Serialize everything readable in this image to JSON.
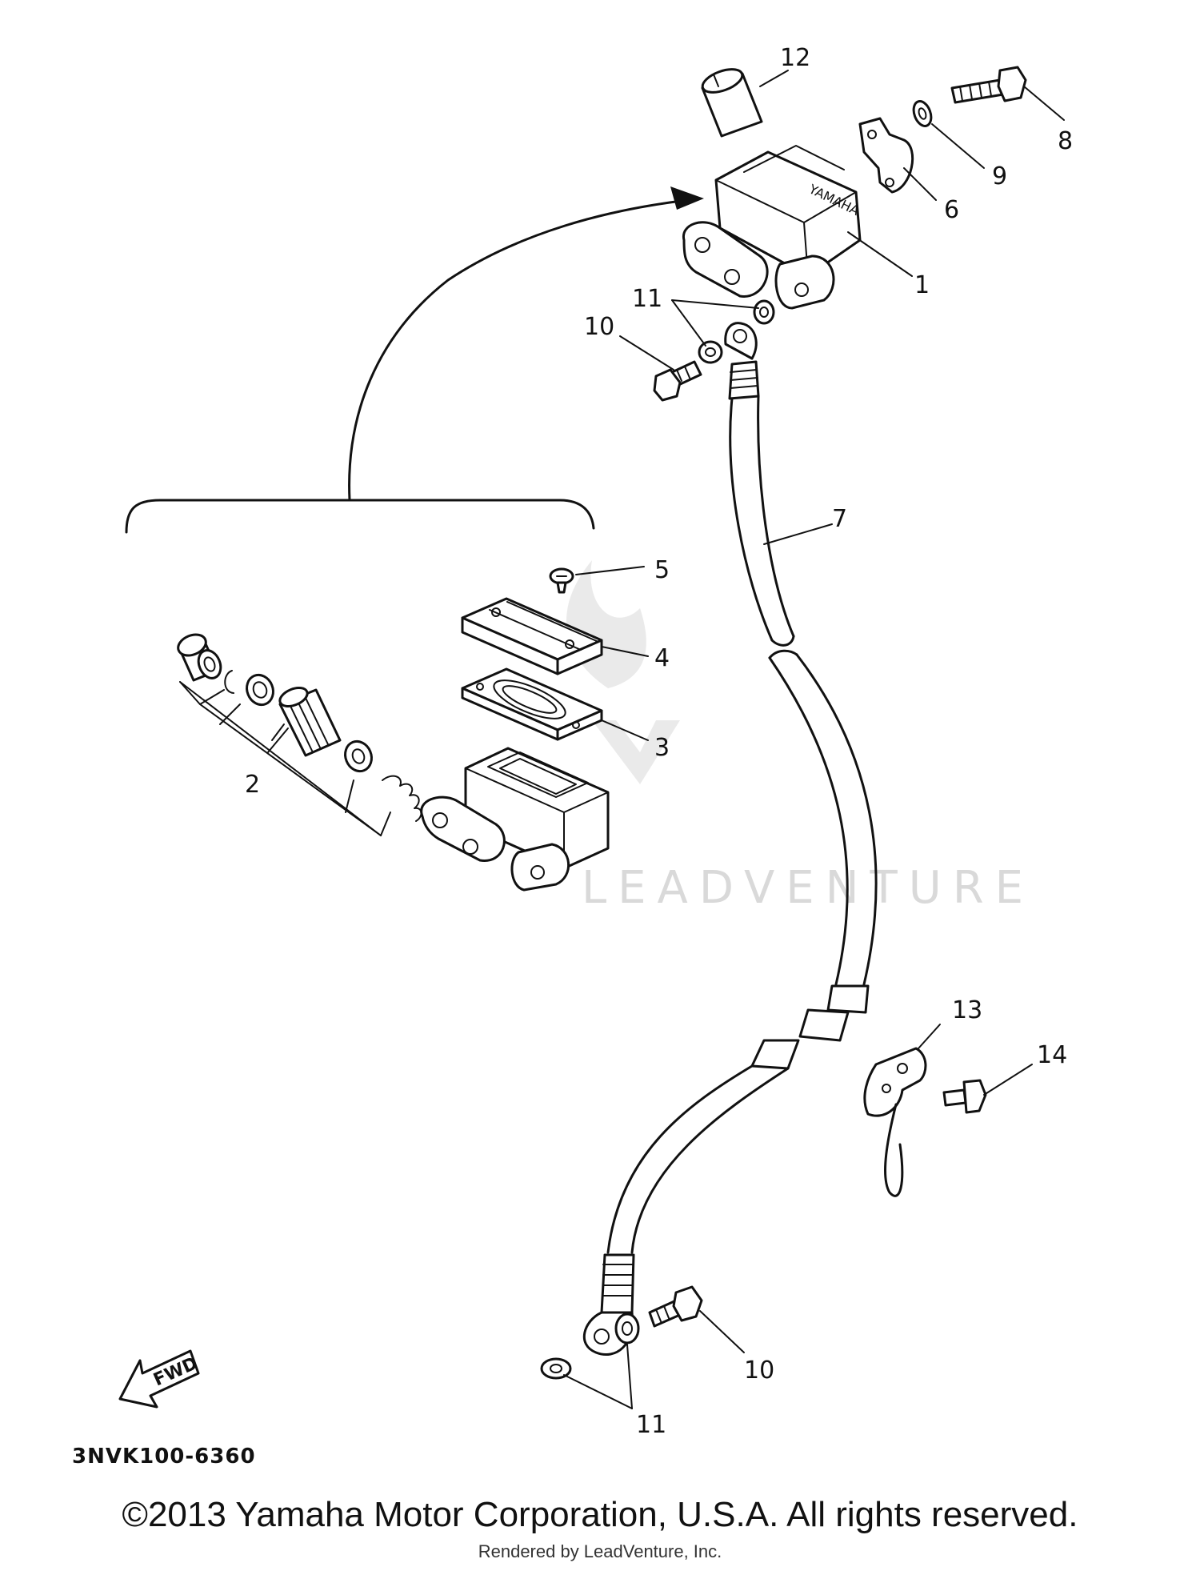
{
  "diagram": {
    "callouts": {
      "p1": "1",
      "p2": "2",
      "p3": "3",
      "p4": "4",
      "p5": "5",
      "p6": "6",
      "p7": "7",
      "p8": "8",
      "p9": "9",
      "p10_top": "10",
      "p10_bottom": "10",
      "p11_top": "11",
      "p11_bottom": "11",
      "p12": "12",
      "p13": "13",
      "p14": "14"
    },
    "drawing_code": "3NVK100-6360",
    "fwd_label": "FWD",
    "watermark": "LEADVENTURE",
    "reservoir_text": "YAMAHA"
  },
  "footer": {
    "copyright": "©2013 Yamaha Motor Corporation, U.S.A. All rights reserved.",
    "rendered_by": "Rendered by LeadVenture, Inc."
  }
}
